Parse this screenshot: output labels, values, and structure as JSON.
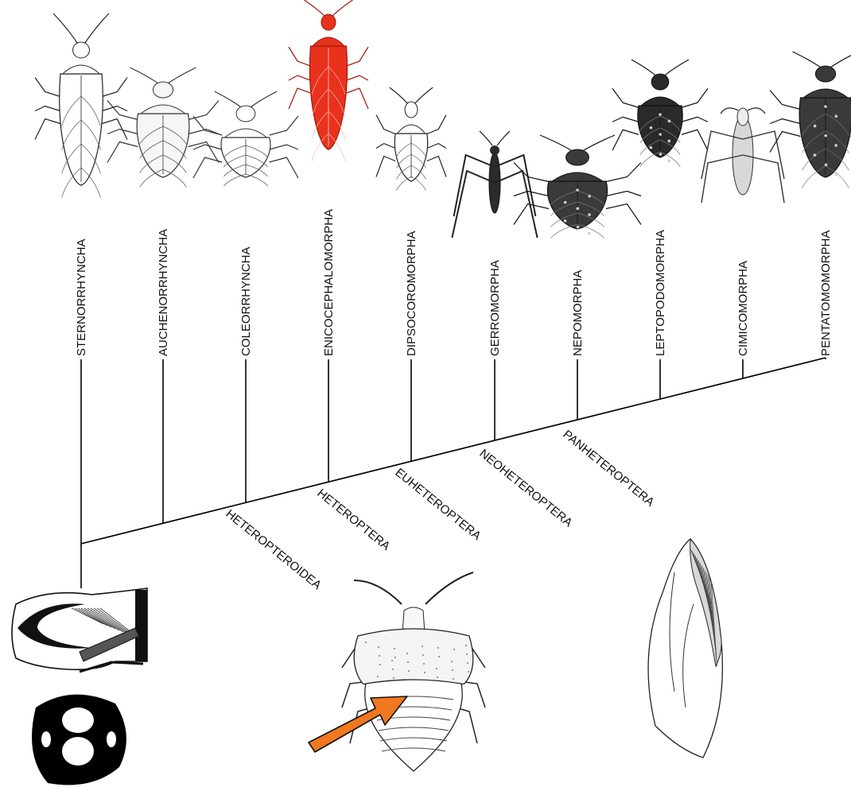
{
  "taxa": [
    {
      "name": "STERNORRHYNCHA",
      "icon": "sternorrhyncha-illustration-icon",
      "style": "line-white"
    },
    {
      "name": "AUCHENORRHYNCHA",
      "icon": "auchenorrhyncha-illustration-icon",
      "style": "line-white"
    },
    {
      "name": "COLEORRHYNCHA",
      "icon": "coleorrhyncha-illustration-icon",
      "style": "line-white"
    },
    {
      "name": "ENICOCEPHALOMORPHA",
      "icon": "enicocephalomorpha-illustration-icon",
      "style": "red"
    },
    {
      "name": "DIPSOCOROMORPHA",
      "icon": "dipsocoromorpha-illustration-icon",
      "style": "line-white"
    },
    {
      "name": "GERROMORPHA",
      "icon": "gerromorpha-illustration-icon",
      "style": "dark"
    },
    {
      "name": "NEPOMORPHA",
      "icon": "nepomorpha-illustration-icon",
      "style": "dark"
    },
    {
      "name": "LEPTOPODOMORPHA",
      "icon": "leptopodomorpha-illustration-icon",
      "style": "dark"
    },
    {
      "name": "CIMICOMORPHA",
      "icon": "cimicomorpha-illustration-icon",
      "style": "line-grey"
    },
    {
      "name": "PENTATOMOMORPHA",
      "icon": "pentatomomorpha-illustration-icon",
      "style": "dark"
    }
  ],
  "clades": [
    {
      "name": "HETEROPTEROIDEA"
    },
    {
      "name": "HETEROPTERA"
    },
    {
      "name": "EUHETEROPTERA"
    },
    {
      "name": "NEOHETEROPTERA"
    },
    {
      "name": "PANHETEROPTERA"
    }
  ],
  "colors": {
    "line": "#000000",
    "highlight": "#e8321e",
    "arrow": "#f07820"
  },
  "illustrations": [
    {
      "icon": "head-muscle-section-icon"
    },
    {
      "icon": "head-cross-section-icon"
    },
    {
      "icon": "nymph-dorsal-view-icon"
    },
    {
      "icon": "forewing-icon"
    },
    {
      "icon": "arrow-icon"
    }
  ]
}
